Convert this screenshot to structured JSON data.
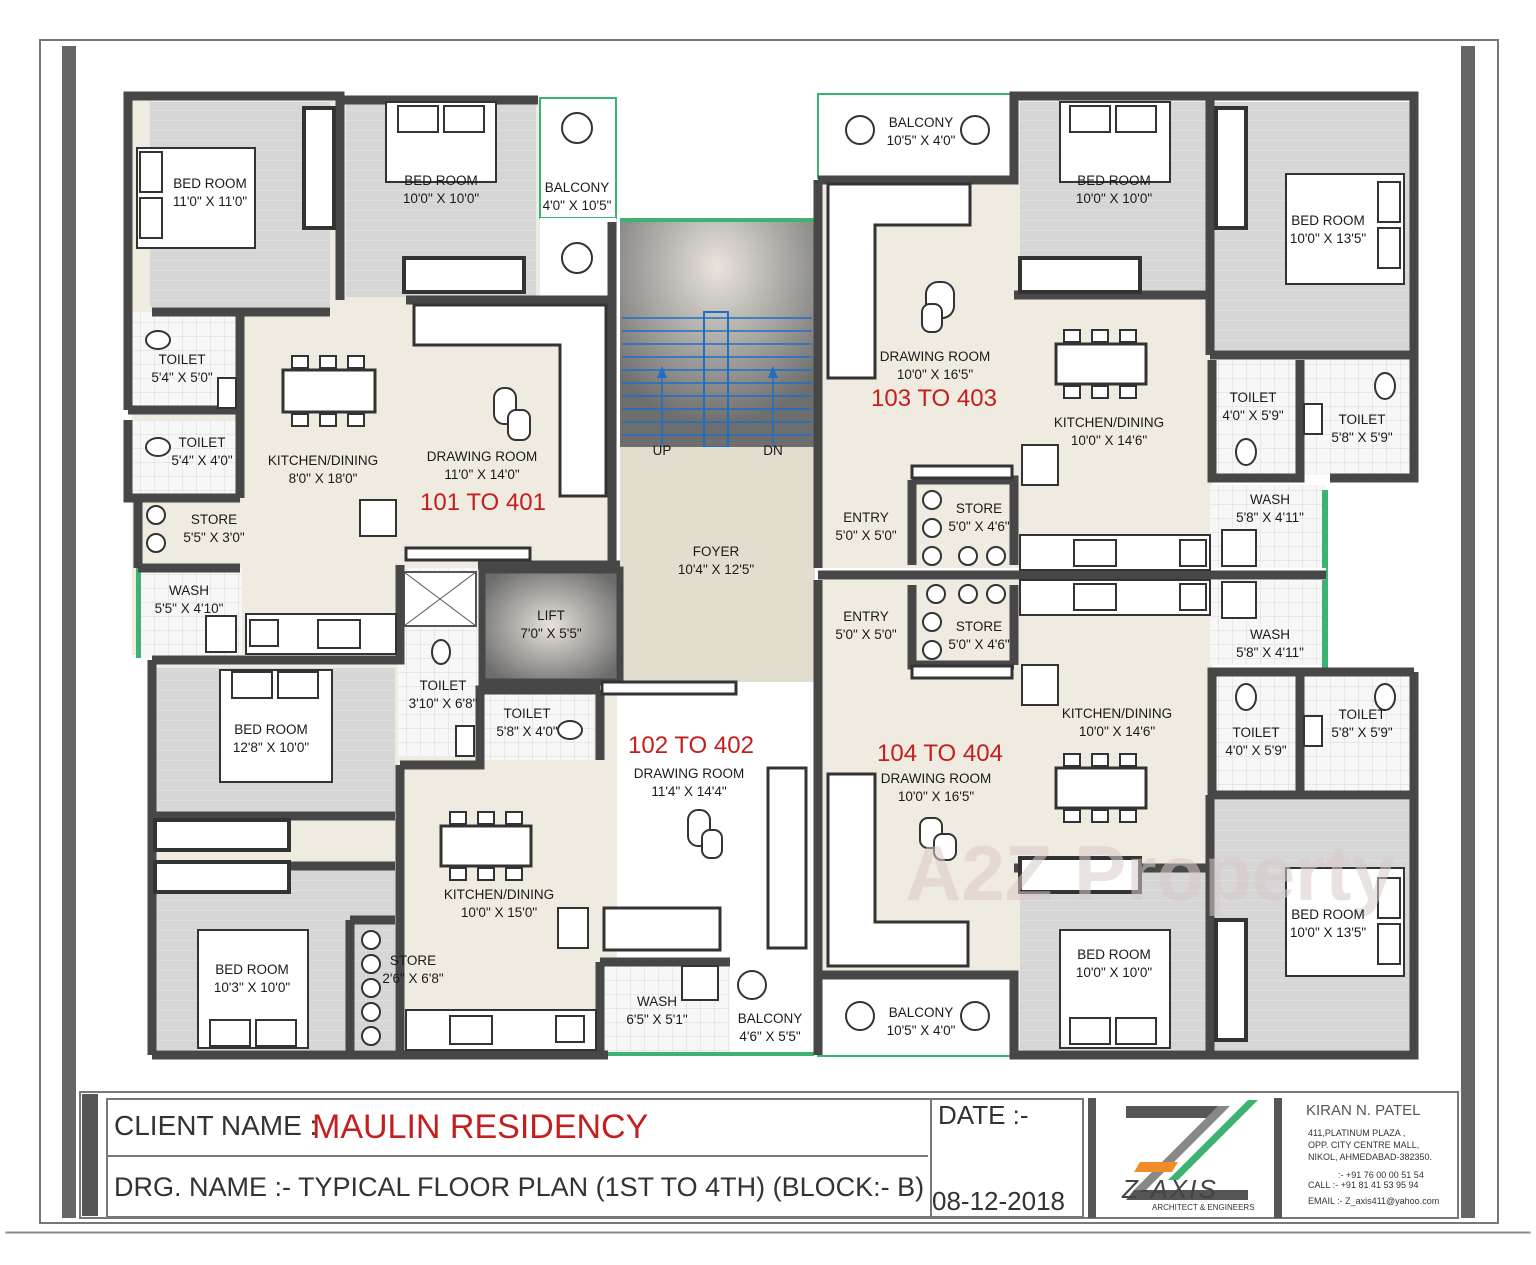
{
  "units": {
    "u1": "101 TO 401",
    "u2": "102 TO 402",
    "u3": "103 TO 403",
    "u4": "104 TO 404"
  },
  "rooms": [
    {
      "id": "r1",
      "name": "BED ROOM",
      "dim": "11'0\" X 11'0\""
    },
    {
      "id": "r2",
      "name": "BED ROOM",
      "dim": "10'0\" X 10'0\""
    },
    {
      "id": "r3",
      "name": "BALCONY",
      "dim": "4'0\" X 10'5\""
    },
    {
      "id": "r4",
      "name": "TOILET",
      "dim": "5'4\" X 5'0\""
    },
    {
      "id": "r5",
      "name": "TOILET",
      "dim": "5'4\" X 4'0\""
    },
    {
      "id": "r6",
      "name": "KITCHEN/DINING",
      "dim": "8'0\" X 18'0\""
    },
    {
      "id": "r7",
      "name": "DRAWING ROOM",
      "dim": "11'0\" X 14'0\""
    },
    {
      "id": "r8",
      "name": "STORE",
      "dim": "5'5\" X 3'0\""
    },
    {
      "id": "r9",
      "name": "WASH",
      "dim": "5'5\" X 4'10\""
    },
    {
      "id": "r10",
      "name": "FOYER",
      "dim": "10'4\" X 12'5\""
    },
    {
      "id": "r11",
      "name": "LIFT",
      "dim": "7'0\" X 5'5\""
    },
    {
      "id": "r12",
      "name": "TOILET",
      "dim": "3'10\" X 6'8\""
    },
    {
      "id": "r13",
      "name": "TOILET",
      "dim": "5'8\" X 4'0\""
    },
    {
      "id": "r14",
      "name": "BED ROOM",
      "dim": "12'8\" X 10'0\""
    },
    {
      "id": "r15",
      "name": "DRAWING ROOM",
      "dim": "11'4\" X 14'4\""
    },
    {
      "id": "r16",
      "name": "KITCHEN/DINING",
      "dim": "10'0\" X 15'0\""
    },
    {
      "id": "r17",
      "name": "BED ROOM",
      "dim": "10'3\" X 10'0\""
    },
    {
      "id": "r18",
      "name": "STORE",
      "dim": "2'6\" X 6'8\""
    },
    {
      "id": "r19",
      "name": "WASH",
      "dim": "6'5\" X 5'1\""
    },
    {
      "id": "r20",
      "name": "BALCONY",
      "dim": "4'6\" X 5'5\""
    },
    {
      "id": "r21",
      "name": "BALCONY",
      "dim": "10'5\" X 4'0\""
    },
    {
      "id": "r22",
      "name": "BED ROOM",
      "dim": "10'0\" X 10'0\""
    },
    {
      "id": "r23",
      "name": "BED ROOM",
      "dim": "10'0\" X 13'5\""
    },
    {
      "id": "r24",
      "name": "DRAWING ROOM",
      "dim": "10'0\" X 16'5\""
    },
    {
      "id": "r25",
      "name": "KITCHEN/DINING",
      "dim": "10'0\" X 14'6\""
    },
    {
      "id": "r26",
      "name": "TOILET",
      "dim": "4'0\" X 5'9\""
    },
    {
      "id": "r27",
      "name": "TOILET",
      "dim": "5'8\" X 5'9\""
    },
    {
      "id": "r28",
      "name": "ENTRY",
      "dim": "5'0\" X 5'0\""
    },
    {
      "id": "r29",
      "name": "STORE",
      "dim": "5'0\" X 4'6\""
    },
    {
      "id": "r30",
      "name": "WASH",
      "dim": "5'8\" X 4'11\""
    },
    {
      "id": "r31",
      "name": "ENTRY",
      "dim": "5'0\" X 5'0\""
    },
    {
      "id": "r32",
      "name": "STORE",
      "dim": "5'0\" X 4'6\""
    },
    {
      "id": "r33",
      "name": "WASH",
      "dim": "5'8\" X 4'11\""
    },
    {
      "id": "r34",
      "name": "KITCHEN/DINING",
      "dim": "10'0\" X 14'6\""
    },
    {
      "id": "r35",
      "name": "TOILET",
      "dim": "4'0\" X 5'9\""
    },
    {
      "id": "r36",
      "name": "TOILET",
      "dim": "5'8\" X 5'9\""
    },
    {
      "id": "r37",
      "name": "DRAWING ROOM",
      "dim": "10'0\" X 16'5\""
    },
    {
      "id": "r38",
      "name": "BED ROOM",
      "dim": "10'0\" X 13'5\""
    },
    {
      "id": "r39",
      "name": "BED ROOM",
      "dim": "10'0\" X 10'0\""
    },
    {
      "id": "r40",
      "name": "BALCONY",
      "dim": "10'5\" X 4'0\""
    }
  ],
  "stairs": {
    "up": "UP",
    "dn": "DN"
  },
  "title_block": {
    "client_label": "CLIENT NAME :",
    "client_name": "MAULIN  RESIDENCY",
    "drg_label": "DRG. NAME  :- TYPICAL FLOOR PLAN  (1ST TO 4TH) (BLOCK:- B)",
    "date_label": "DATE  :-",
    "date_value": "08-12-2018",
    "logo_text": "Z-AXIS",
    "logo_sub": "ARCHITECT & ENGINEERS",
    "architect": "KIRAN N. PATEL",
    "address_lines": [
      "411,PLATINUM PLAZA ,",
      "OPP. CITY  CENTRE  MALL,",
      "NIKOL, AHMEDABAD-382350."
    ],
    "phones": [
      ":- +91 76 00 00 51 54",
      "CALL    :- +91 81 41 53 95 94"
    ],
    "email": "EMAIL :- Z_axis411@yahoo.com"
  },
  "watermark": "A2Z Property",
  "colors": {
    "unit_label": "#c41e1e",
    "wall": "#474747",
    "floor": "#f0ebe0",
    "tile": "#dcdcdc",
    "stair": "#1f6fc4",
    "balcony_rail": "#3cb371"
  }
}
